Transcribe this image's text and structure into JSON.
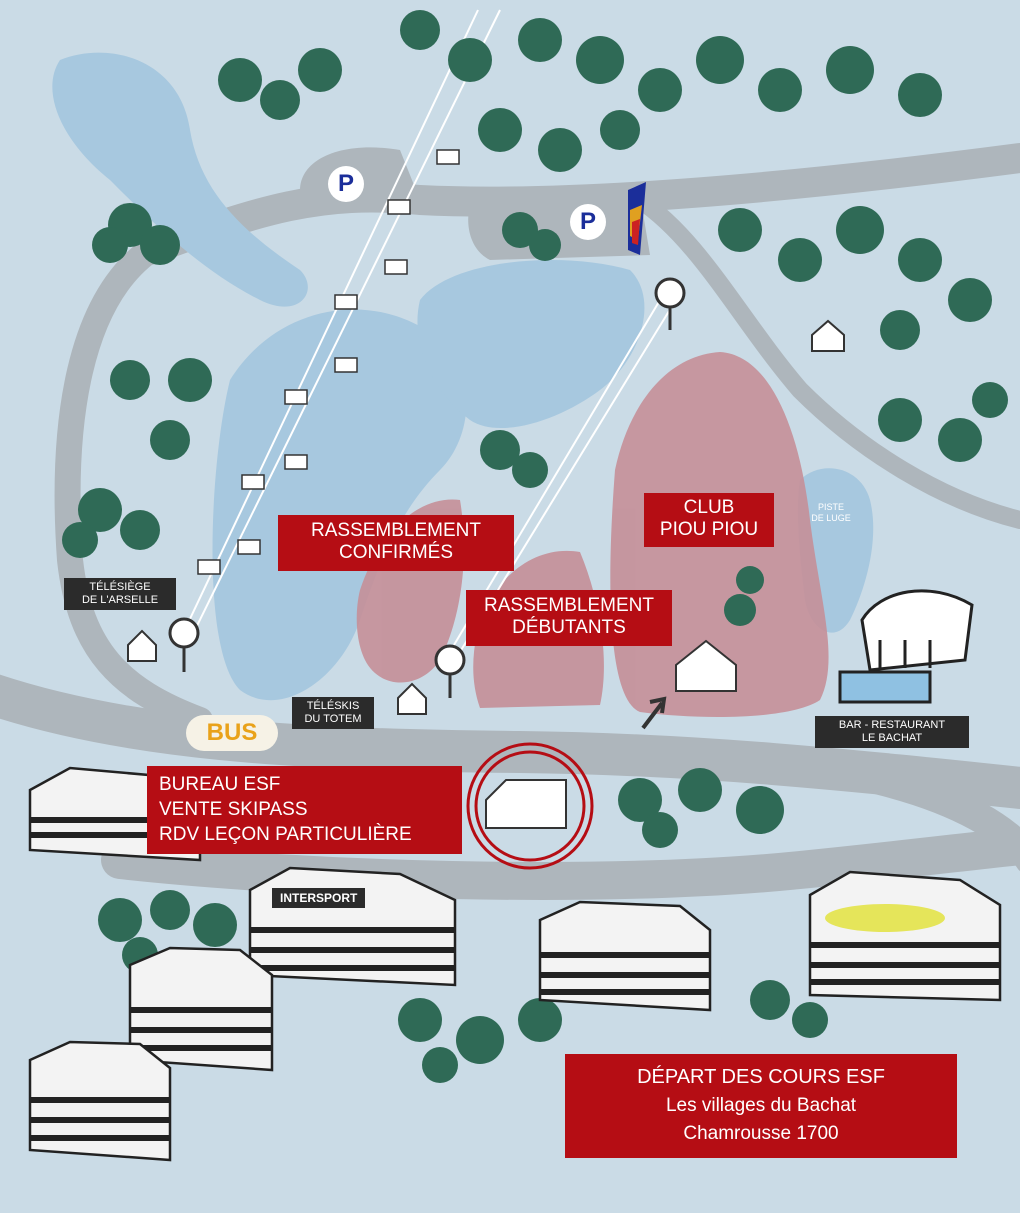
{
  "colors": {
    "snow": "#cadbe6",
    "road": "#aeb6bc",
    "slope_blue": "#a7c8df",
    "beginner_zone": "#c58f98",
    "label_red": "#b50d14",
    "label_dark": "#2b2b2b",
    "tree": "#2f6a56",
    "bus_text": "#e9a21a",
    "parking_blue": "#1b2e9a"
  },
  "parking": {
    "label": "P"
  },
  "bus": {
    "label": "BUS"
  },
  "labels": {
    "rassemblement_confirmes": [
      "RASSEMBLEMENT",
      "CONFIRMÉS"
    ],
    "club_piou_piou": [
      "CLUB",
      "PIOU PIOU"
    ],
    "rassemblement_debutants": [
      "RASSEMBLEMENT",
      "DÉBUTANTS"
    ],
    "bureau_esf": [
      "BUREAU ESF",
      "VENTE SKIPASS",
      "RDV LEÇON PARTICULIÈRE"
    ],
    "telesiege_arselle": [
      "TÉLÉSIÈGE",
      "DE L'ARSELLE"
    ],
    "teleskis_totem": [
      "TÉLÉSKIS",
      "DU TOTEM"
    ],
    "bar_restaurant": [
      "BAR - RESTAURANT",
      "LE BACHAT"
    ],
    "piste_luge": [
      "PISTE",
      "DE LUGE"
    ],
    "intersport": "INTERSPORT",
    "depart": {
      "title": "DÉPART DES COURS ESF",
      "line2": "Les villages du Bachat",
      "line3": "Chamrousse 1700"
    }
  },
  "icons": [
    "parking-icon",
    "chairlift-gondola-icon",
    "lift-pulley-icon",
    "chalet-icon",
    "direction-arrow-icon",
    "ski-school-flag-icon",
    "tree-icon",
    "building-icon"
  ]
}
